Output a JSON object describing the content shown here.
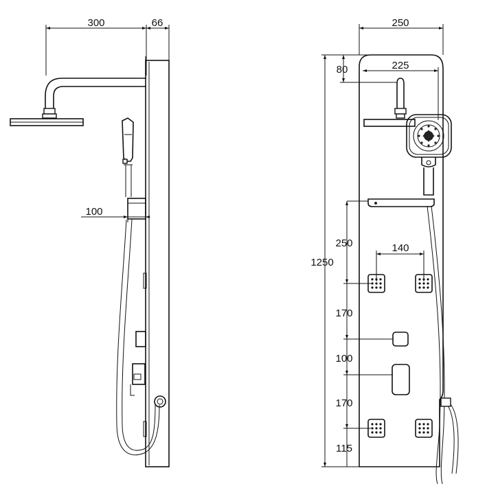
{
  "side_view": {
    "dims": {
      "arm_length": "300",
      "panel_depth": "66",
      "holder_depth": "100"
    }
  },
  "front_view": {
    "dims": {
      "panel_width": "250",
      "arm_spacing": "225",
      "top_offset": "80",
      "total_height": "1250",
      "shelf_to_jets": "250",
      "jet_spacing": "140",
      "jets_to_control": "170",
      "control_spacing": "100",
      "control_to_jets": "170",
      "jets_to_bottom": "115"
    }
  }
}
